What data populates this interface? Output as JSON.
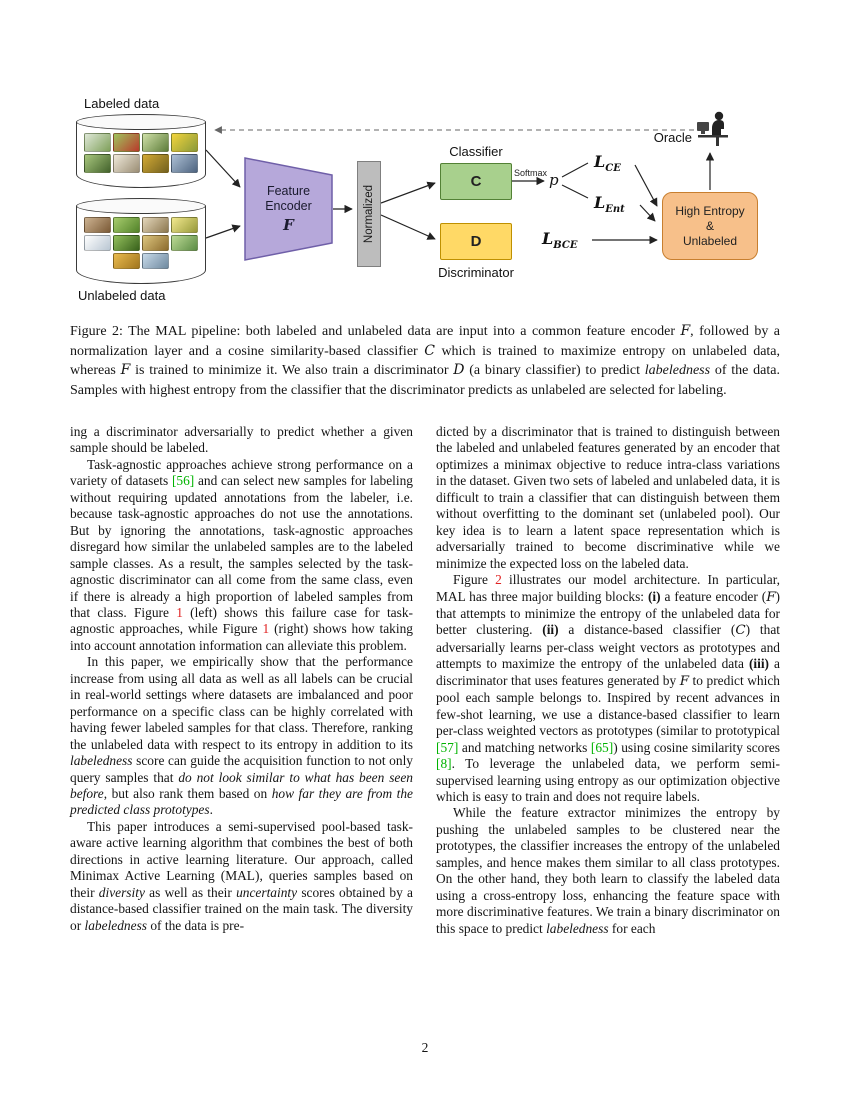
{
  "page_number": "2",
  "colors": {
    "cite": "#00b300",
    "ref": "#e02222",
    "encoder_fill": "#b6a8da",
    "encoder_stroke": "#6f5fa8",
    "classifier_fill": "#a8d08d",
    "classifier_stroke": "#538135",
    "discriminator_fill": "#ffd966",
    "discriminator_stroke": "#bf9000",
    "highentropy_fill": "#f7c08a",
    "highentropy_stroke": "#c87f2f",
    "normalized_fill": "#bdbdbd",
    "normalized_stroke": "#7f7f7f"
  },
  "figure": {
    "labeled_label": "Labeled data",
    "unlabeled_label": "Unlabeled data",
    "encoder_line1": "Feature",
    "encoder_line2": "Encoder",
    "encoder_symbol": "F",
    "normalized_label": "Normalized",
    "classifier_title": "Classifier",
    "classifier_letter": "C",
    "softmax_label": "Softmax",
    "p_label": "p",
    "loss_letter": "L",
    "loss_ce_sub": "CE",
    "loss_ent_sub": "Ent",
    "loss_bce_sub": "BCE",
    "discriminator_title": "Discriminator",
    "discriminator_letter": "D",
    "highentropy_lines": [
      "High Entropy",
      "&",
      "Unlabeled"
    ],
    "oracle_label": "Oracle",
    "labeled_thumbs": [
      [
        "#dfe8d8",
        "#7fa05a"
      ],
      [
        "#9fc45e",
        "#b93a2b"
      ],
      [
        "#cfe0a8",
        "#5e7d3a"
      ],
      [
        "#f3d43c",
        "#8a9a3a"
      ],
      [
        "#a8c77e",
        "#44632c"
      ],
      [
        "#efe9da",
        "#9b8e75"
      ],
      [
        "#d3aa35",
        "#73611f"
      ],
      [
        "#adc0d4",
        "#4e6480"
      ]
    ],
    "unlabeled_thumbs": [
      [
        "#cdb392",
        "#7b5a36"
      ],
      [
        "#a7cc6d",
        "#53832a"
      ],
      [
        "#e3d6ba",
        "#8d7850"
      ],
      [
        "#f2e98e",
        "#97993a"
      ],
      [
        "#ffffff",
        "#b9c6d2"
      ],
      [
        "#93bf5c",
        "#39621c"
      ],
      [
        "#dcc57e",
        "#8d6c2e"
      ],
      [
        "#bcd994",
        "#5c8d45"
      ],
      [
        "#eabb4e",
        "#a1761f"
      ],
      [
        "#c7d9e8",
        "#6f8aa0"
      ]
    ]
  },
  "caption": {
    "segs": [
      {
        "t": "t",
        "s": "Figure 2: The MAL pipeline: both labeled and unlabeled data are input into a common feature encoder "
      },
      {
        "t": "m",
        "s": "F"
      },
      {
        "t": "t",
        "s": ", followed by a normalization layer and a cosine similarity-based classifier "
      },
      {
        "t": "m",
        "s": "C"
      },
      {
        "t": "t",
        "s": " which is trained to maximize entropy on unlabeled data, whereas "
      },
      {
        "t": "m",
        "s": "F"
      },
      {
        "t": "t",
        "s": " is trained to minimize it. We also train a discriminator "
      },
      {
        "t": "m",
        "s": "D"
      },
      {
        "t": "t",
        "s": " (a binary classifier) to predict "
      },
      {
        "t": "i",
        "s": "labeledness"
      },
      {
        "t": "t",
        "s": " of the data. Samples with highest entropy from the classifier that the discriminator predicts as unlabeled are selected for labeling."
      }
    ]
  },
  "left_column": [
    {
      "indent": false,
      "segs": [
        {
          "t": "t",
          "s": "ing a discriminator adversarially to predict whether a given sample should be labeled."
        }
      ]
    },
    {
      "indent": true,
      "segs": [
        {
          "t": "t",
          "s": "Task-agnostic approaches achieve strong performance on a variety of datasets "
        },
        {
          "t": "c",
          "s": "[56]"
        },
        {
          "t": "t",
          "s": " and can select new samples for labeling without requiring updated annotations from the labeler, i.e. because task-agnostic approaches do not use the annotations. But by ignoring the annotations, task-agnostic approaches disregard how similar the unlabeled samples are to the labeled sample classes. As a result, the samples selected by the task-agnostic discriminator can all come from the same class, even if there is already a high proportion of labeled samples from that class. Figure "
        },
        {
          "t": "r",
          "s": "1"
        },
        {
          "t": "t",
          "s": " (left) shows this failure case for task-agnostic approaches, while Figure "
        },
        {
          "t": "r",
          "s": "1"
        },
        {
          "t": "t",
          "s": " (right) shows how taking into account annotation information can alleviate this problem."
        }
      ]
    },
    {
      "indent": true,
      "segs": [
        {
          "t": "t",
          "s": "In this paper, we empirically show that the performance increase from using all data as well as all labels can be crucial in real-world settings where datasets are imbalanced and poor performance on a specific class can be highly correlated with having fewer labeled samples for that class. Therefore, ranking the unlabeled data with respect to its entropy in addition to its "
        },
        {
          "t": "i",
          "s": "labeledness"
        },
        {
          "t": "t",
          "s": " score can guide the acquisition function to not only query samples that "
        },
        {
          "t": "i",
          "s": "do not look similar to what has been seen before"
        },
        {
          "t": "t",
          "s": ", but also rank them based on "
        },
        {
          "t": "i",
          "s": "how far they are from the predicted class prototypes"
        },
        {
          "t": "t",
          "s": "."
        }
      ]
    },
    {
      "indent": true,
      "segs": [
        {
          "t": "t",
          "s": "This paper introduces a semi-supervised pool-based task-aware active learning algorithm that combines the best of both directions in active learning literature. Our approach, called Minimax Active Learning (MAL), queries samples based on their "
        },
        {
          "t": "i",
          "s": "diversity"
        },
        {
          "t": "t",
          "s": " as well as their "
        },
        {
          "t": "i",
          "s": "uncertainty"
        },
        {
          "t": "t",
          "s": " scores obtained by a distance-based classifier trained on the main task. The diversity or "
        },
        {
          "t": "i",
          "s": "labeledness"
        },
        {
          "t": "t",
          "s": " of the data is pre-"
        }
      ]
    }
  ],
  "right_column": [
    {
      "indent": false,
      "segs": [
        {
          "t": "t",
          "s": "dicted by a discriminator that is trained to distinguish between the labeled and unlabeled features generated by an encoder that optimizes a minimax objective to reduce intra-class variations in the dataset. Given two sets of labeled and unlabeled data, it is difficult to train a classifier that can distinguish between them without overfitting to the dominant set (unlabeled pool). Our key idea is to learn a latent space representation which is adversarially trained to become discriminative while we minimize the expected loss on the labeled data."
        }
      ]
    },
    {
      "indent": true,
      "segs": [
        {
          "t": "t",
          "s": "Figure "
        },
        {
          "t": "r",
          "s": "2"
        },
        {
          "t": "t",
          "s": " illustrates our model architecture. In particular, MAL has three major building blocks: "
        },
        {
          "t": "b",
          "s": "(i)"
        },
        {
          "t": "t",
          "s": " a feature encoder ("
        },
        {
          "t": "m",
          "s": "F"
        },
        {
          "t": "t",
          "s": ") that attempts to minimize the entropy of the unlabeled data for better clustering. "
        },
        {
          "t": "b",
          "s": "(ii)"
        },
        {
          "t": "t",
          "s": " a distance-based classifier ("
        },
        {
          "t": "m",
          "s": "C"
        },
        {
          "t": "t",
          "s": ") that adversarially learns per-class weight vectors as prototypes and attempts to maximize the entropy of the unlabeled data "
        },
        {
          "t": "b",
          "s": "(iii)"
        },
        {
          "t": "t",
          "s": " a discriminator that uses features generated by "
        },
        {
          "t": "m",
          "s": "F"
        },
        {
          "t": "t",
          "s": " to predict which pool each sample belongs to. Inspired by recent advances in few-shot learning, we use a distance-based classifier to learn per-class weighted vectors as prototypes (similar to prototypical "
        },
        {
          "t": "c",
          "s": "[57]"
        },
        {
          "t": "t",
          "s": " and matching networks "
        },
        {
          "t": "c",
          "s": "[65]"
        },
        {
          "t": "t",
          "s": ") using cosine similarity scores "
        },
        {
          "t": "c",
          "s": "[8]"
        },
        {
          "t": "t",
          "s": ". To leverage the unlabeled data, we perform semi-supervised learning using entropy as our optimization objective which is easy to train and does not require labels."
        }
      ]
    },
    {
      "indent": true,
      "segs": [
        {
          "t": "t",
          "s": "While the feature extractor minimizes the entropy by pushing the unlabeled samples to be clustered near the prototypes, the classifier increases the entropy of the unlabeled samples, and hence makes them similar to all class prototypes. On the other hand, they both learn to classify the labeled data using a cross-entropy loss, enhancing the feature space with more discriminative features. We train a binary discriminator on this space to predict "
        },
        {
          "t": "i",
          "s": "labeledness"
        },
        {
          "t": "t",
          "s": " for each"
        }
      ]
    }
  ]
}
